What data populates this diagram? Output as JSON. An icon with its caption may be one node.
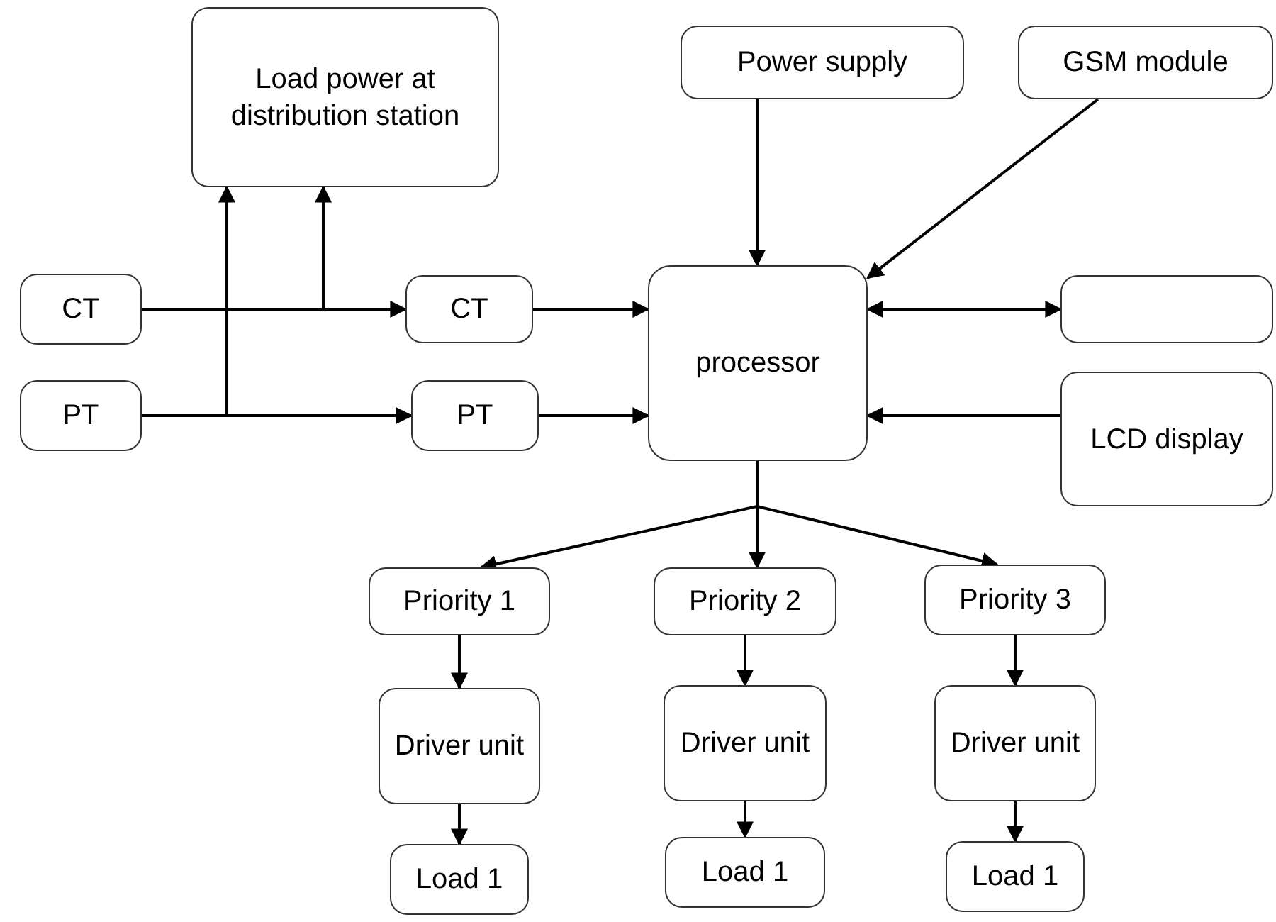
{
  "diagram": {
    "nodes": [
      {
        "text": [
          "Load power at distribution station"
        ]
      },
      {
        "text": [
          "Power supply"
        ]
      },
      {
        "text": [
          "GSM module"
        ]
      },
      {
        "text": [
          "CT"
        ]
      },
      {
        "text": [
          "CT"
        ]
      },
      {
        "text": [
          "processor"
        ]
      },
      {
        "text": [],
        "shape": "box"
      },
      {
        "text": [
          "PT"
        ]
      },
      {
        "text": [
          "PT"
        ]
      },
      {
        "text": [
          "LCD display"
        ]
      },
      {
        "text": [
          "Priority 1"
        ]
      },
      {
        "text": [
          "Priority 2"
        ]
      },
      {
        "text": [
          "Priority 3"
        ]
      },
      {
        "text": [
          "Driver unit"
        ]
      },
      {
        "text": [
          "Driver unit"
        ]
      },
      {
        "text": [
          "Driver unit"
        ]
      },
      {
        "text": [
          "Load 1"
        ]
      },
      {
        "text": [
          "Load 1"
        ]
      },
      {
        "text": [
          "Load 1"
        ]
      }
    ],
    "edges": [
      {
        "from": 3,
        "to": 4,
        "arrow": "to"
      },
      {
        "from": 3,
        "to": 0,
        "arrow": "to"
      },
      {
        "from": 7,
        "to": 8,
        "arrow": "to"
      },
      {
        "from": 7,
        "to": 0,
        "arrow": "to"
      },
      {
        "from": 4,
        "to": 5,
        "arrow": "to"
      },
      {
        "from": 8,
        "to": 5,
        "arrow": "to"
      },
      {
        "from": 1,
        "to": 5,
        "arrow": "to"
      },
      {
        "from": 2,
        "to": 5,
        "arrow": "to"
      },
      {
        "from": 5,
        "to": 6,
        "arrow": "both"
      },
      {
        "from": 9,
        "to": 5,
        "arrow": "to"
      },
      {
        "from": 5,
        "to": 10,
        "arrow": "to"
      },
      {
        "from": 5,
        "to": 11,
        "arrow": "to"
      },
      {
        "from": 5,
        "to": 12,
        "arrow": "to"
      },
      {
        "from": 10,
        "to": 13,
        "arrow": "to"
      },
      {
        "from": 11,
        "to": 14,
        "arrow": "to"
      },
      {
        "from": 12,
        "to": 15,
        "arrow": "to"
      },
      {
        "from": 13,
        "to": 16,
        "arrow": "to"
      },
      {
        "from": 14,
        "to": 17,
        "arrow": "to"
      },
      {
        "from": 15,
        "to": 18,
        "arrow": "to"
      }
    ]
  }
}
